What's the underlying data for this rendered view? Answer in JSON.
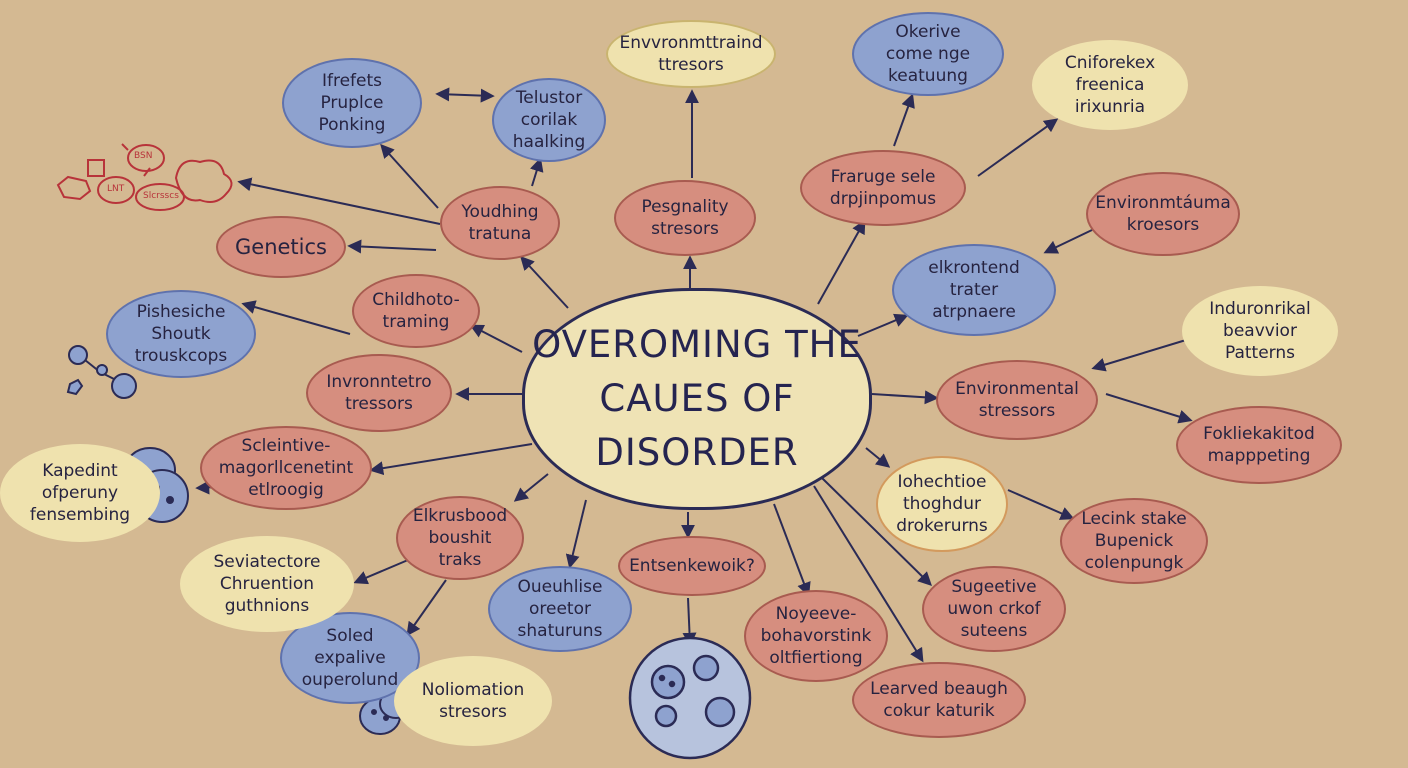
{
  "center": {
    "line1": "OVEROMING THE",
    "line2": "CAUES  OF",
    "line3": "DISORDER"
  },
  "nodes": {
    "youthing_trauma": "Youdhing\ntratuna",
    "personality_stressors": "Pesgnality\nstresors",
    "fraruge_sele": "Fraruge sele\ndrpjinpomus",
    "genetics": "Genetics",
    "childhood_training": "Childhoto-\ntraming",
    "invronmental_tressors": "Invronntetro\ntressors",
    "scientive_magorllcenetint": "Scleintive-\nmagorllcenetint\netlroogig",
    "elkrontend_trater": "elkrontend\ntrater\natrpnaere",
    "environmental_stressors_right": "Environmental\nstressors",
    "environtoma_kroesors": "Environmtáuma\nkroesors",
    "fokliekakitod": "Fokliekakitod\nmapppeting",
    "lecink_stake": "Lecink stake\nBupenick\ncolenpungk",
    "sugeetive_suteens": "Sugeetive\nuwon crkof\nsuteens",
    "noyeeve_behaviors": "Noyeeve-\nbohavorstink\noltfiertiong",
    "leareved_beaugh": "Learved beaugh\ncokur katurik",
    "entsenkewoik": "Entsenkewoik?",
    "elkrusbood": "Elkrusbood\nboushit\ntraks",
    "ifrefets_pruplce": "Ifrefets\nPruplce\nPonking",
    "telustor_corilak": "Telustor\ncorilak\nhaalking",
    "okerive_come": "Okerive\ncome nge\nkeatuung",
    "pishesiche_shoutk": "Pishesiche\nShoutk\ntrouskcops",
    "oueuhlise": "Oueuhlise\noreetor\nshaturuns",
    "soled_expalive": "Soled\nexpalive\nouperolund",
    "environmtraing": "Envvronmttraind\nttresors",
    "cniforekex": "Cniforekex\nfreenica\nirixunria",
    "induronrikal": "Induronrikal\nbeavvior\nPatterns",
    "kapedint": "Kapedint\nofperuny\nfensembing",
    "seviatectore": "Seviatectore\nChruention\nguthnions",
    "noliomation": "Noliomation\nstresors",
    "tohechtioe": "Iohechtioe\nthoghdur\ndrokerurns"
  },
  "doodle_labels": {
    "bubble_a": "BSN",
    "bubble_b": "LNT",
    "bubble_c": "Slcrsscs"
  },
  "colors": {
    "background": "#d4b992",
    "red_node": "#d68e7f",
    "blue_node": "#8ea2cf",
    "cream_node": "#efe2ae",
    "center_fill": "#efe3b5",
    "ink": "#2b2b55",
    "doodle_red": "#b8333a"
  }
}
